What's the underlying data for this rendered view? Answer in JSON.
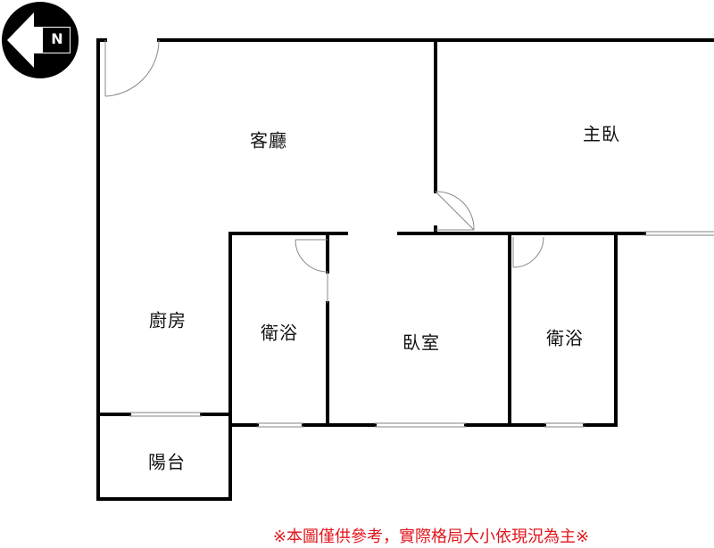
{
  "compass": {
    "letter": "N",
    "icon": "north-arrow-icon"
  },
  "rooms": {
    "living_room": "客廳",
    "master_bedroom": "主臥",
    "kitchen": "廚房",
    "bathroom_1": "衛浴",
    "bedroom": "臥室",
    "bathroom_2": "衛浴",
    "balcony": "陽台"
  },
  "disclaimer": "※本圖僅供參考，實際格局大小依現況為主※",
  "colors": {
    "wall": "#000000",
    "disclaimer": "#e0151b",
    "door_arc": "#888888",
    "window": "#9a9a9a"
  }
}
